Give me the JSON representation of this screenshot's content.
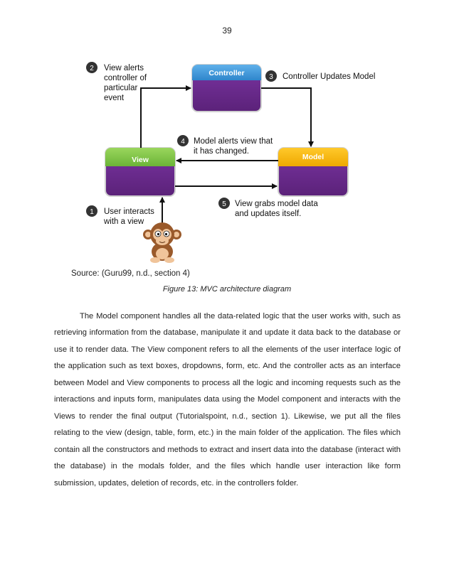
{
  "page": {
    "number": "39"
  },
  "diagram": {
    "boxes": {
      "controller": "Controller",
      "view": "View",
      "model": "Model"
    },
    "steps": [
      {
        "num": "1",
        "lines": [
          "User interacts",
          "with a view"
        ]
      },
      {
        "num": "2",
        "lines": [
          "View alerts",
          "controller of",
          "particular",
          "event"
        ]
      },
      {
        "num": "3",
        "lines": [
          "Controller Updates Model"
        ]
      },
      {
        "num": "4",
        "lines": [
          "Model alerts view that",
          "it has changed."
        ]
      },
      {
        "num": "5",
        "lines": [
          "View grabs model data",
          "and updates itself."
        ]
      }
    ],
    "colors": {
      "controller_header": "#3a93d6",
      "view_header": "#7cc243",
      "model_header": "#f5b800",
      "box_body": "#6a2a8e",
      "arrow": "#111111"
    }
  },
  "source": "Source: (Guru99, n.d., section 4)",
  "caption": "Figure 13: MVC architecture diagram",
  "paragraph": "The Model component handles all the data-related logic that the user works with, such as retrieving information from the database, manipulate it and update it data back to the database or use it to render data. The View component refers to all the elements of the user interface logic of the application such as text boxes, dropdowns, form, etc. And the controller acts as an interface between Model and View components to process all the logic and incoming requests such as the interactions and inputs form, manipulates data using the Model component and interacts with the Views to render the final output (Tutorialspoint, n.d., section 1). Likewise, we put all the files relating to the view (design, table, form, etc.) in the main folder of the application. The files which contain all the constructors and methods to extract and insert data into the database (interact with the database) in the modals folder, and the files which handle user interaction like form submission, updates, deletion of records, etc. in the controllers folder."
}
